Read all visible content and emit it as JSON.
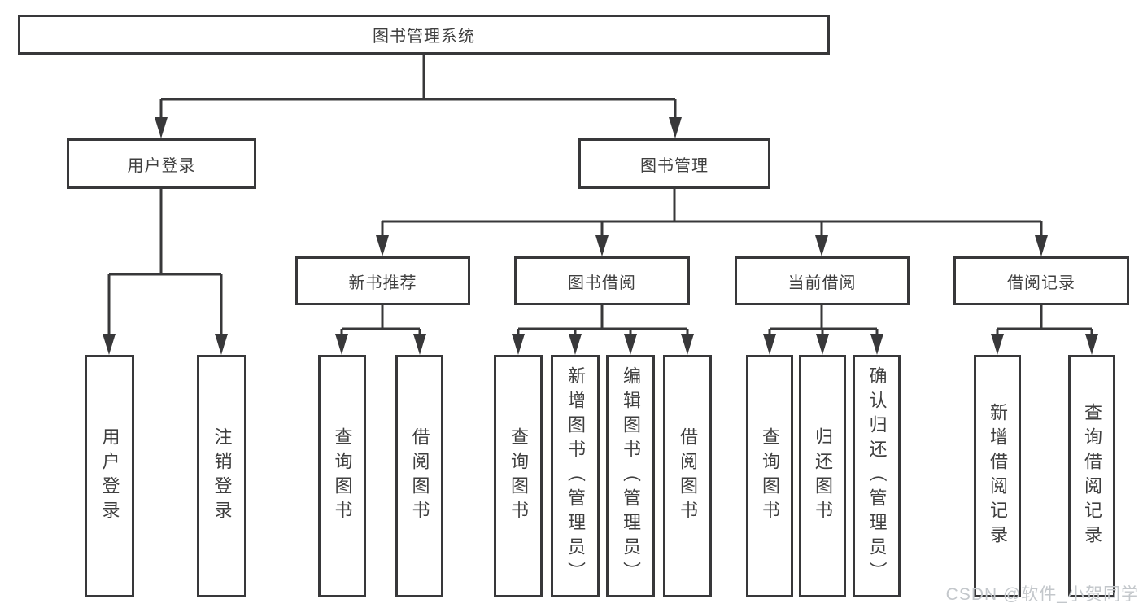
{
  "diagram": {
    "root": "图书管理系统",
    "level2": {
      "user_login": "用户登录",
      "book_management": "图书管理"
    },
    "level3": {
      "new_book_recommend": "新书推荐",
      "book_borrow": "图书借阅",
      "current_borrow": "当前借阅",
      "borrow_record": "借阅记录"
    },
    "level4": {
      "user_login_login": "用户登录",
      "user_login_logout": "注销登录",
      "recommend_query_book": "查询图书",
      "recommend_borrow_book": "借阅图书",
      "borrow_query_book": "查询图书",
      "borrow_add_book": "新增图书（管理员）",
      "borrow_edit_book": "编辑图书（管理员）",
      "borrow_borrow_book": "借阅图书",
      "current_query_book": "查询图书",
      "current_return_book": "归还图书",
      "current_confirm_return": "确认归还（管理员）",
      "record_add_record": "新增借阅记录",
      "record_query_record": "查询借阅记录"
    }
  },
  "watermark": "CSDN @软件_小贺同学",
  "colors": {
    "line": "#38383a",
    "text": "#3f3f3f",
    "watermark": "#c3c7cb",
    "background": "#ffffff"
  }
}
